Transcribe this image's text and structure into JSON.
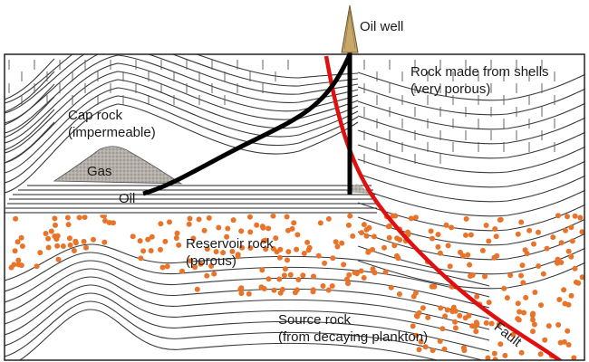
{
  "diagram": {
    "labels": {
      "oil_well": "Oil well",
      "shell_rock_line1": "Rock made from shells",
      "shell_rock_line2": "(very porous)",
      "cap_rock_line1": "Cap rock",
      "cap_rock_line2": "(impermeable)",
      "gas": "Gas",
      "oil": "Oil",
      "reservoir_line1": "Reservoir rock",
      "reservoir_line2": "(porous)",
      "source_line1": "Source rock",
      "source_line2": "(from decaying plankton)",
      "fault": "Fault"
    },
    "colors": {
      "strata_lines": "#3a3a3a",
      "fault": "#e01010",
      "well_pipe": "#000000",
      "derrick": "#c8a86a",
      "reservoir_dots": "#e8742a",
      "gas": "#a8a4a0"
    }
  }
}
